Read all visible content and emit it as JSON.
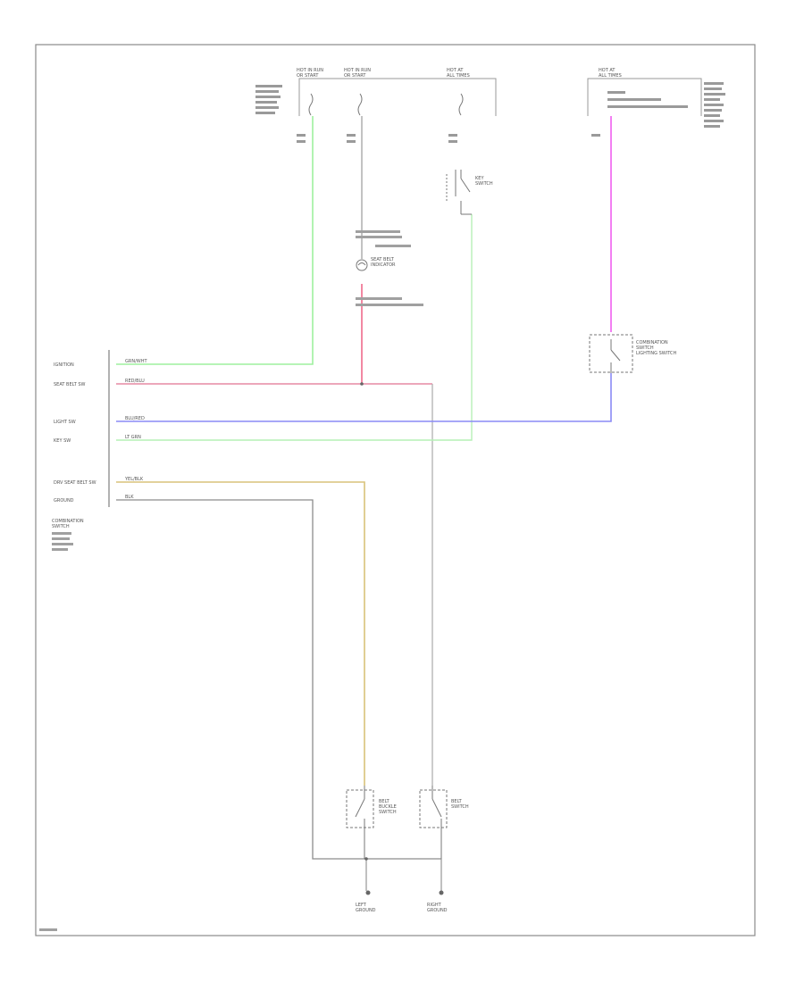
{
  "diagram_id": "",
  "power_sources": [
    {
      "id": "src1",
      "lines": [
        "HOT IN RUN",
        "OR START"
      ]
    },
    {
      "id": "src2",
      "lines": [
        "HOT IN RUN",
        "OR START"
      ]
    },
    {
      "id": "src3",
      "lines": [
        "HOT AT",
        "ALL TIMES"
      ]
    },
    {
      "id": "src4",
      "lines": [
        "HOT AT",
        "ALL TIMES"
      ]
    }
  ],
  "connector_labels": {
    "left_pins": [
      "IGNITION",
      "SEAT BELT SW",
      "",
      "LIGHT SW",
      "KEY SW",
      "",
      "DRV SEAT BELT SW",
      "GROUND"
    ],
    "wire_colors": [
      "GRN/WHT",
      "RED/BLU",
      "BLU/RED",
      "LT GRN",
      "YEL/BLK",
      "BLK"
    ],
    "module_label": [
      "COMBINATION",
      "SWITCH"
    ],
    "indicator_label": [
      "SEAT BELT",
      "INDICATOR"
    ],
    "key_switch_label": [
      "KEY",
      "SWITCH"
    ],
    "lighting_switch_label": [
      "COMBINATION",
      "SWITCH",
      "LIGHTING SWITCH"
    ],
    "belt_switch_left": [
      "BELT",
      "BUCKLE",
      "SWITCH"
    ],
    "belt_switch_right": [
      "BELT",
      "SWITCH"
    ],
    "ground_left": [
      "LEFT",
      "GROUND"
    ],
    "ground_right": [
      "RIGHT",
      "GROUND"
    ]
  }
}
